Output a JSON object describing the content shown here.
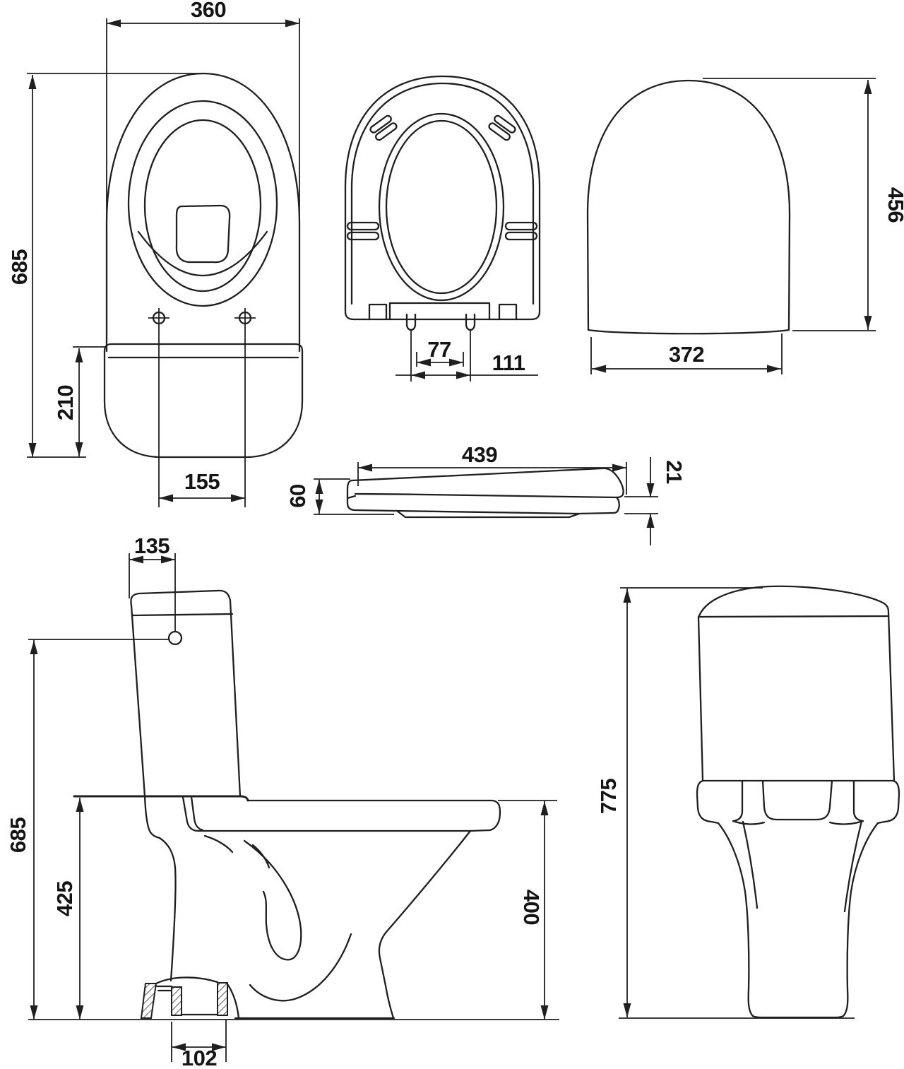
{
  "drawing": {
    "background": "#ffffff",
    "line_color": "#1f1f1f",
    "dims": {
      "top_width": "360",
      "top_total_depth": "685",
      "top_tank_depth": "210",
      "top_hole_spacing": "155",
      "seat_hinge_gap": "77",
      "seat_hinge_span": "111",
      "lid_height": "456",
      "lid_width": "372",
      "seat_length": "439",
      "seat_front_height": "60",
      "seat_rear_thickness": "21",
      "side_button_offset": "135",
      "side_height_to_button": "685",
      "side_seat_height": "425",
      "side_rim_height": "400",
      "side_outlet_width": "102",
      "front_total_height": "775"
    }
  }
}
